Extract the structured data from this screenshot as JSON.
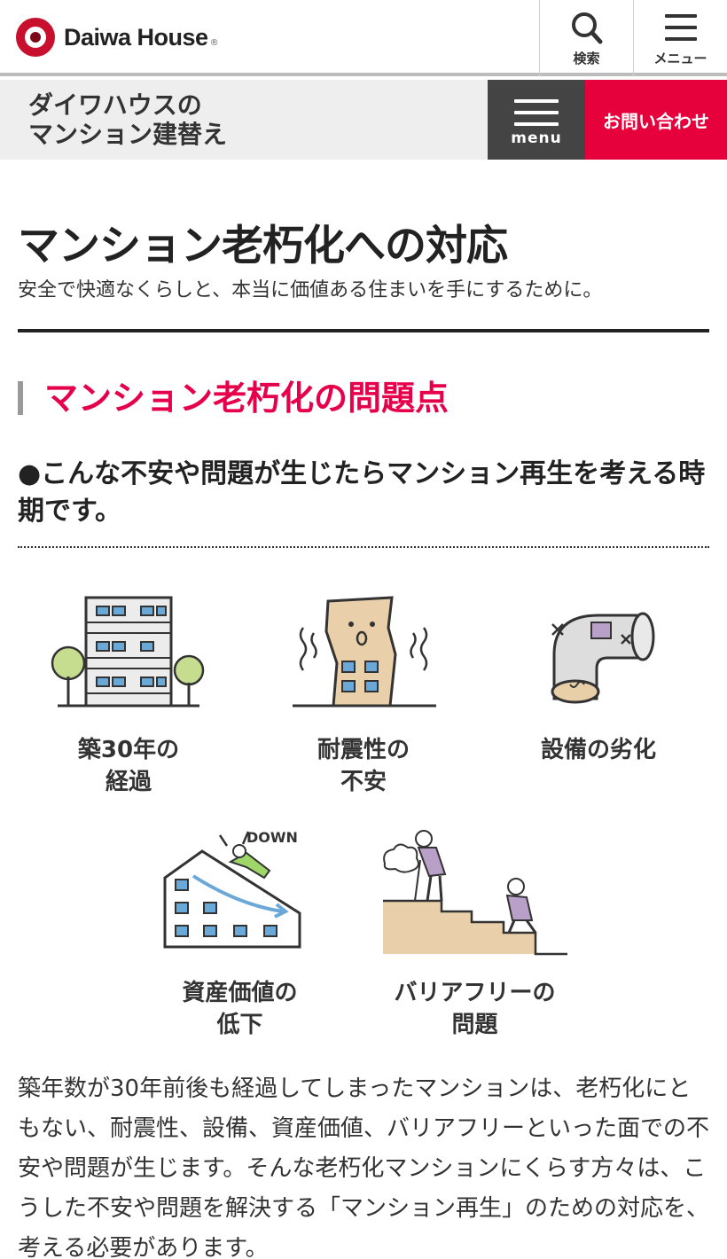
{
  "header": {
    "brand": "Daiwa House",
    "brand_mark": "®",
    "search_label": "検索",
    "menu_label": "メニュー"
  },
  "subheader": {
    "title_line1": "ダイワハウスの",
    "title_line2": "マンション建替え",
    "menu_label": "menu",
    "contact_label": "お問い合わせ"
  },
  "main": {
    "title": "マンション老朽化への対応",
    "subtitle": "安全で快適なくらしと、本当に価値ある住まいを手にするために。",
    "section_heading": "マンション老朽化の問題点",
    "lead": "●こんな不安や問題が生じたらマンション再生を考える時期です。",
    "issues": [
      {
        "line1": "築30年の",
        "line2": "経過",
        "icon": "old-building-icon"
      },
      {
        "line1": "耐震性の",
        "line2": "不安",
        "icon": "shaking-building-icon"
      },
      {
        "line1": "設備の劣化",
        "line2": "",
        "icon": "rusty-pipe-icon"
      },
      {
        "line1": "資産価値の",
        "line2": "低下",
        "icon": "value-down-icon"
      },
      {
        "line1": "バリアフリーの",
        "line2": "問題",
        "icon": "stairs-elderly-icon"
      }
    ],
    "down_label": "DOWN",
    "body": "築年数が30年前後も経過してしまったマンションは、老朽化にともない、耐震性、設備、資産価値、バリアフリーといった面での不安や問題が生じます。そんな老朽化マンションにくらす方々は、こうした不安や問題を解決する「マンション再生」のための対応を、考える必要があります。"
  },
  "colors": {
    "brand_red": "#c8102e",
    "accent_pink": "#e6004c",
    "contact_bg": "#e6003c",
    "dark_gray": "#444444"
  }
}
